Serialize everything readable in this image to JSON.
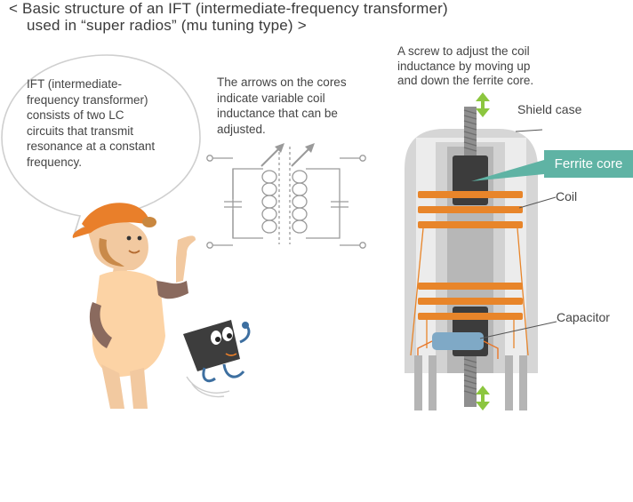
{
  "title": {
    "line1": "< Basic structure of an IFT (intermediate-frequency transformer)",
    "line2": "used in “super radios” (mu tuning type) >"
  },
  "speech_bubble": {
    "lines": [
      "IFT (intermediate-",
      "frequency transformer)",
      "consists of two LC",
      "circuits that transmit",
      "resonance at a constant",
      "frequency."
    ]
  },
  "circuit_note": {
    "lines": [
      "The arrows on the cores",
      "indicate variable coil",
      "inductance that can be",
      "adjusted."
    ]
  },
  "screw_note": {
    "lines": [
      "A screw to adjust the coil",
      "inductance by moving up",
      "and down the ferrite core."
    ]
  },
  "labels": {
    "shield_case": "Shield case",
    "ferrite_core": "Ferrite core",
    "coil": "Coil",
    "capacitor": "Capacitor"
  },
  "colors": {
    "coil_orange": "#e8852a",
    "ferrite_tag": "#5fb3a4",
    "shield_gray": "#d6d6d6",
    "arrow_green": "#8cc63f",
    "capacitor_blue": "#7fa9c6",
    "cap_orange": "#e8772a"
  }
}
